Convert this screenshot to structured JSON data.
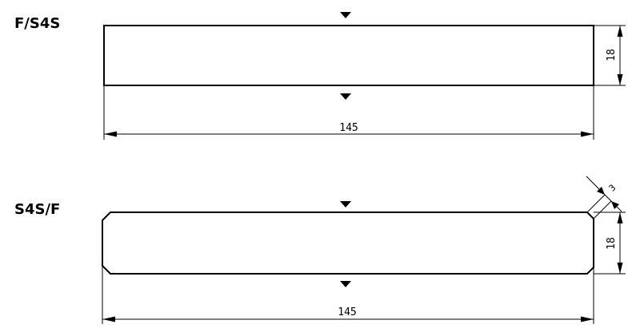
{
  "profiles": [
    {
      "label": "F/S4S",
      "length": "145",
      "thickness": "18"
    },
    {
      "label": "S4S/F",
      "length": "145",
      "thickness": "18",
      "chamfer": "3"
    }
  ]
}
